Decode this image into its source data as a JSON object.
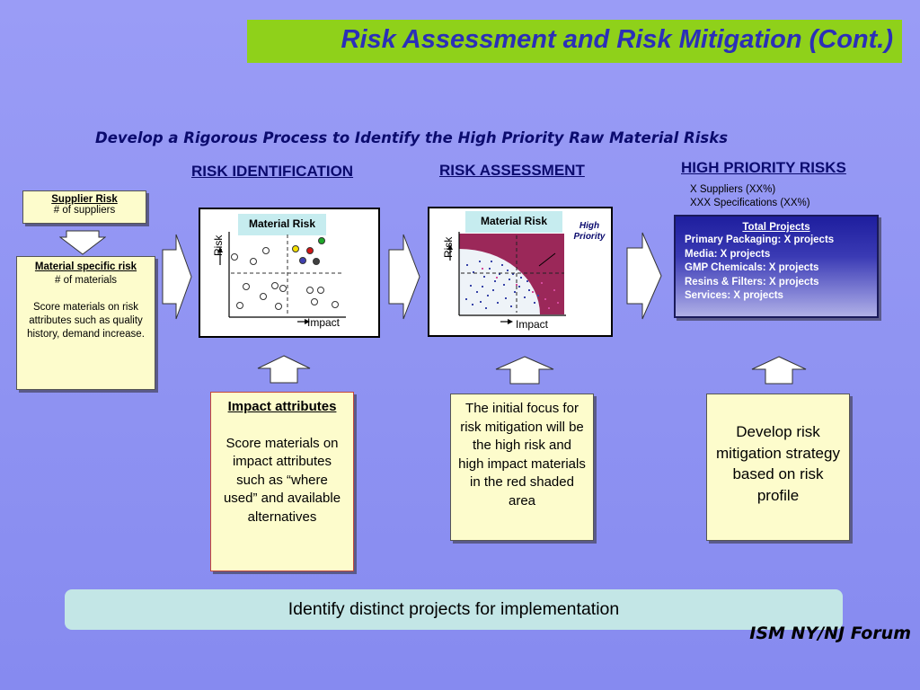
{
  "title": "Risk Assessment and Risk Mitigation (Cont.)",
  "subtitle": "Develop a Rigorous Process to Identify the High Priority Raw Material Risks",
  "sections": {
    "identification": "RISK IDENTIFICATION",
    "assessment": "RISK ASSESSMENT",
    "high_priority": "HIGH PRIORITY RISKS"
  },
  "supplier_risk": {
    "heading": "Supplier Risk",
    "text": "# of suppliers"
  },
  "material_risk_box": {
    "heading": "Material specific risk",
    "line1": "# of materials",
    "body": "Score materials on risk attributes such as quality history, demand increase."
  },
  "id_chart": {
    "label": "Material Risk",
    "y_axis": "Risk",
    "x_axis": "Impact"
  },
  "assess_chart": {
    "label": "Material Risk",
    "y_axis": "Risk",
    "x_axis": "Impact",
    "annotation": "High Priority"
  },
  "high_priority": {
    "suppliers": "X Suppliers (XX%)",
    "specifications": "XXX Specifications (XX%)",
    "projects_title": "Total Projects",
    "projects": [
      "Primary Packaging:  X projects",
      "Media: X projects",
      "GMP Chemicals: X projects",
      "Resins & Filters:  X projects",
      "Services: X projects"
    ]
  },
  "impact_box": {
    "heading": "Impact attributes",
    "body": "Score materials on impact attributes such as “where used” and available alternatives"
  },
  "focus_box": {
    "body": "The initial focus for risk mitigation will be the high risk and high impact materials in the red shaded area"
  },
  "strategy_box": {
    "body": "Develop risk mitigation strategy based on risk profile"
  },
  "bottom_banner": "Identify distinct projects for implementation",
  "footer": "ISM NY/NJ Forum",
  "colors": {
    "title_banner": "#8fd11a",
    "title_text": "#2b2fb8",
    "heading_text": "#0b0b6e",
    "high_priority_area": "#9b2859",
    "box_fill": "#fdfccc"
  }
}
